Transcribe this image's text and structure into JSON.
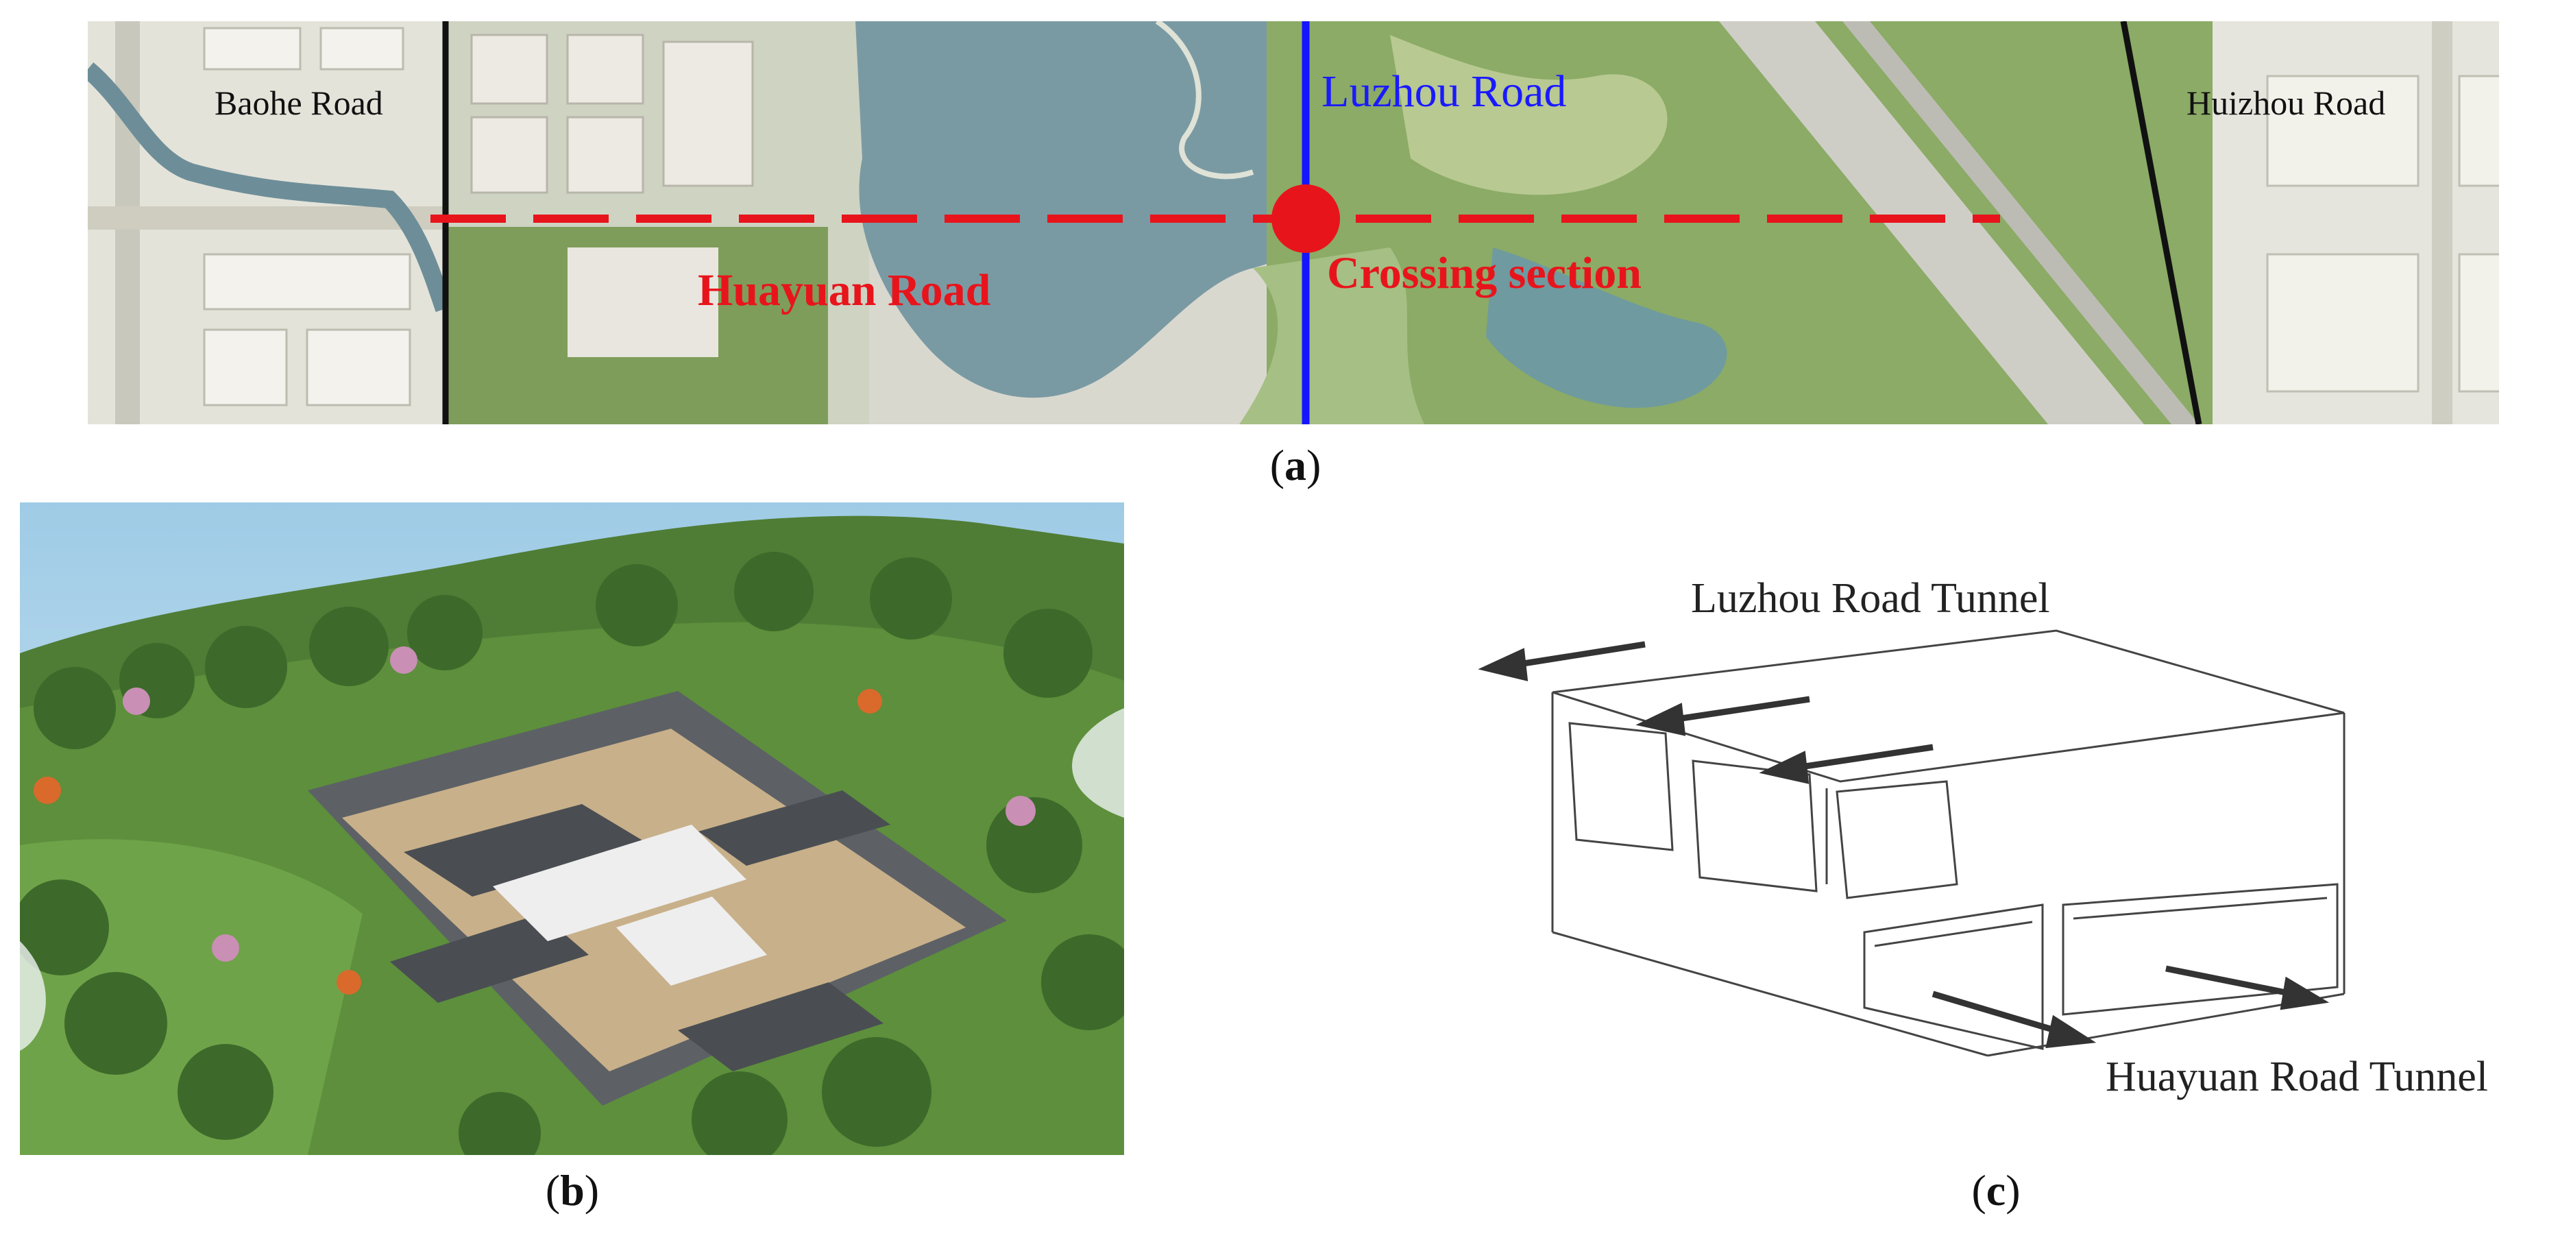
{
  "panel_a": {
    "roads": {
      "baohe": "Baohe Road",
      "luzhou": "Luzhou Road",
      "huizhou": "Huizhou Road",
      "huayuan": "Huayuan Road",
      "crossing": "Crossing section"
    },
    "caption": "a"
  },
  "panel_b": {
    "caption": "b"
  },
  "panel_c": {
    "luzhou_tunnel": "Luzhou Road Tunnel",
    "huayuan_tunnel": "Huayuan Road Tunnel",
    "caption": "c"
  },
  "colors": {
    "luzhou_line": "#1515ff",
    "huayuan_line": "#e8141c",
    "boundary": "#111111",
    "park_green": "#6f9a4a",
    "water": "#7fa3ae"
  }
}
